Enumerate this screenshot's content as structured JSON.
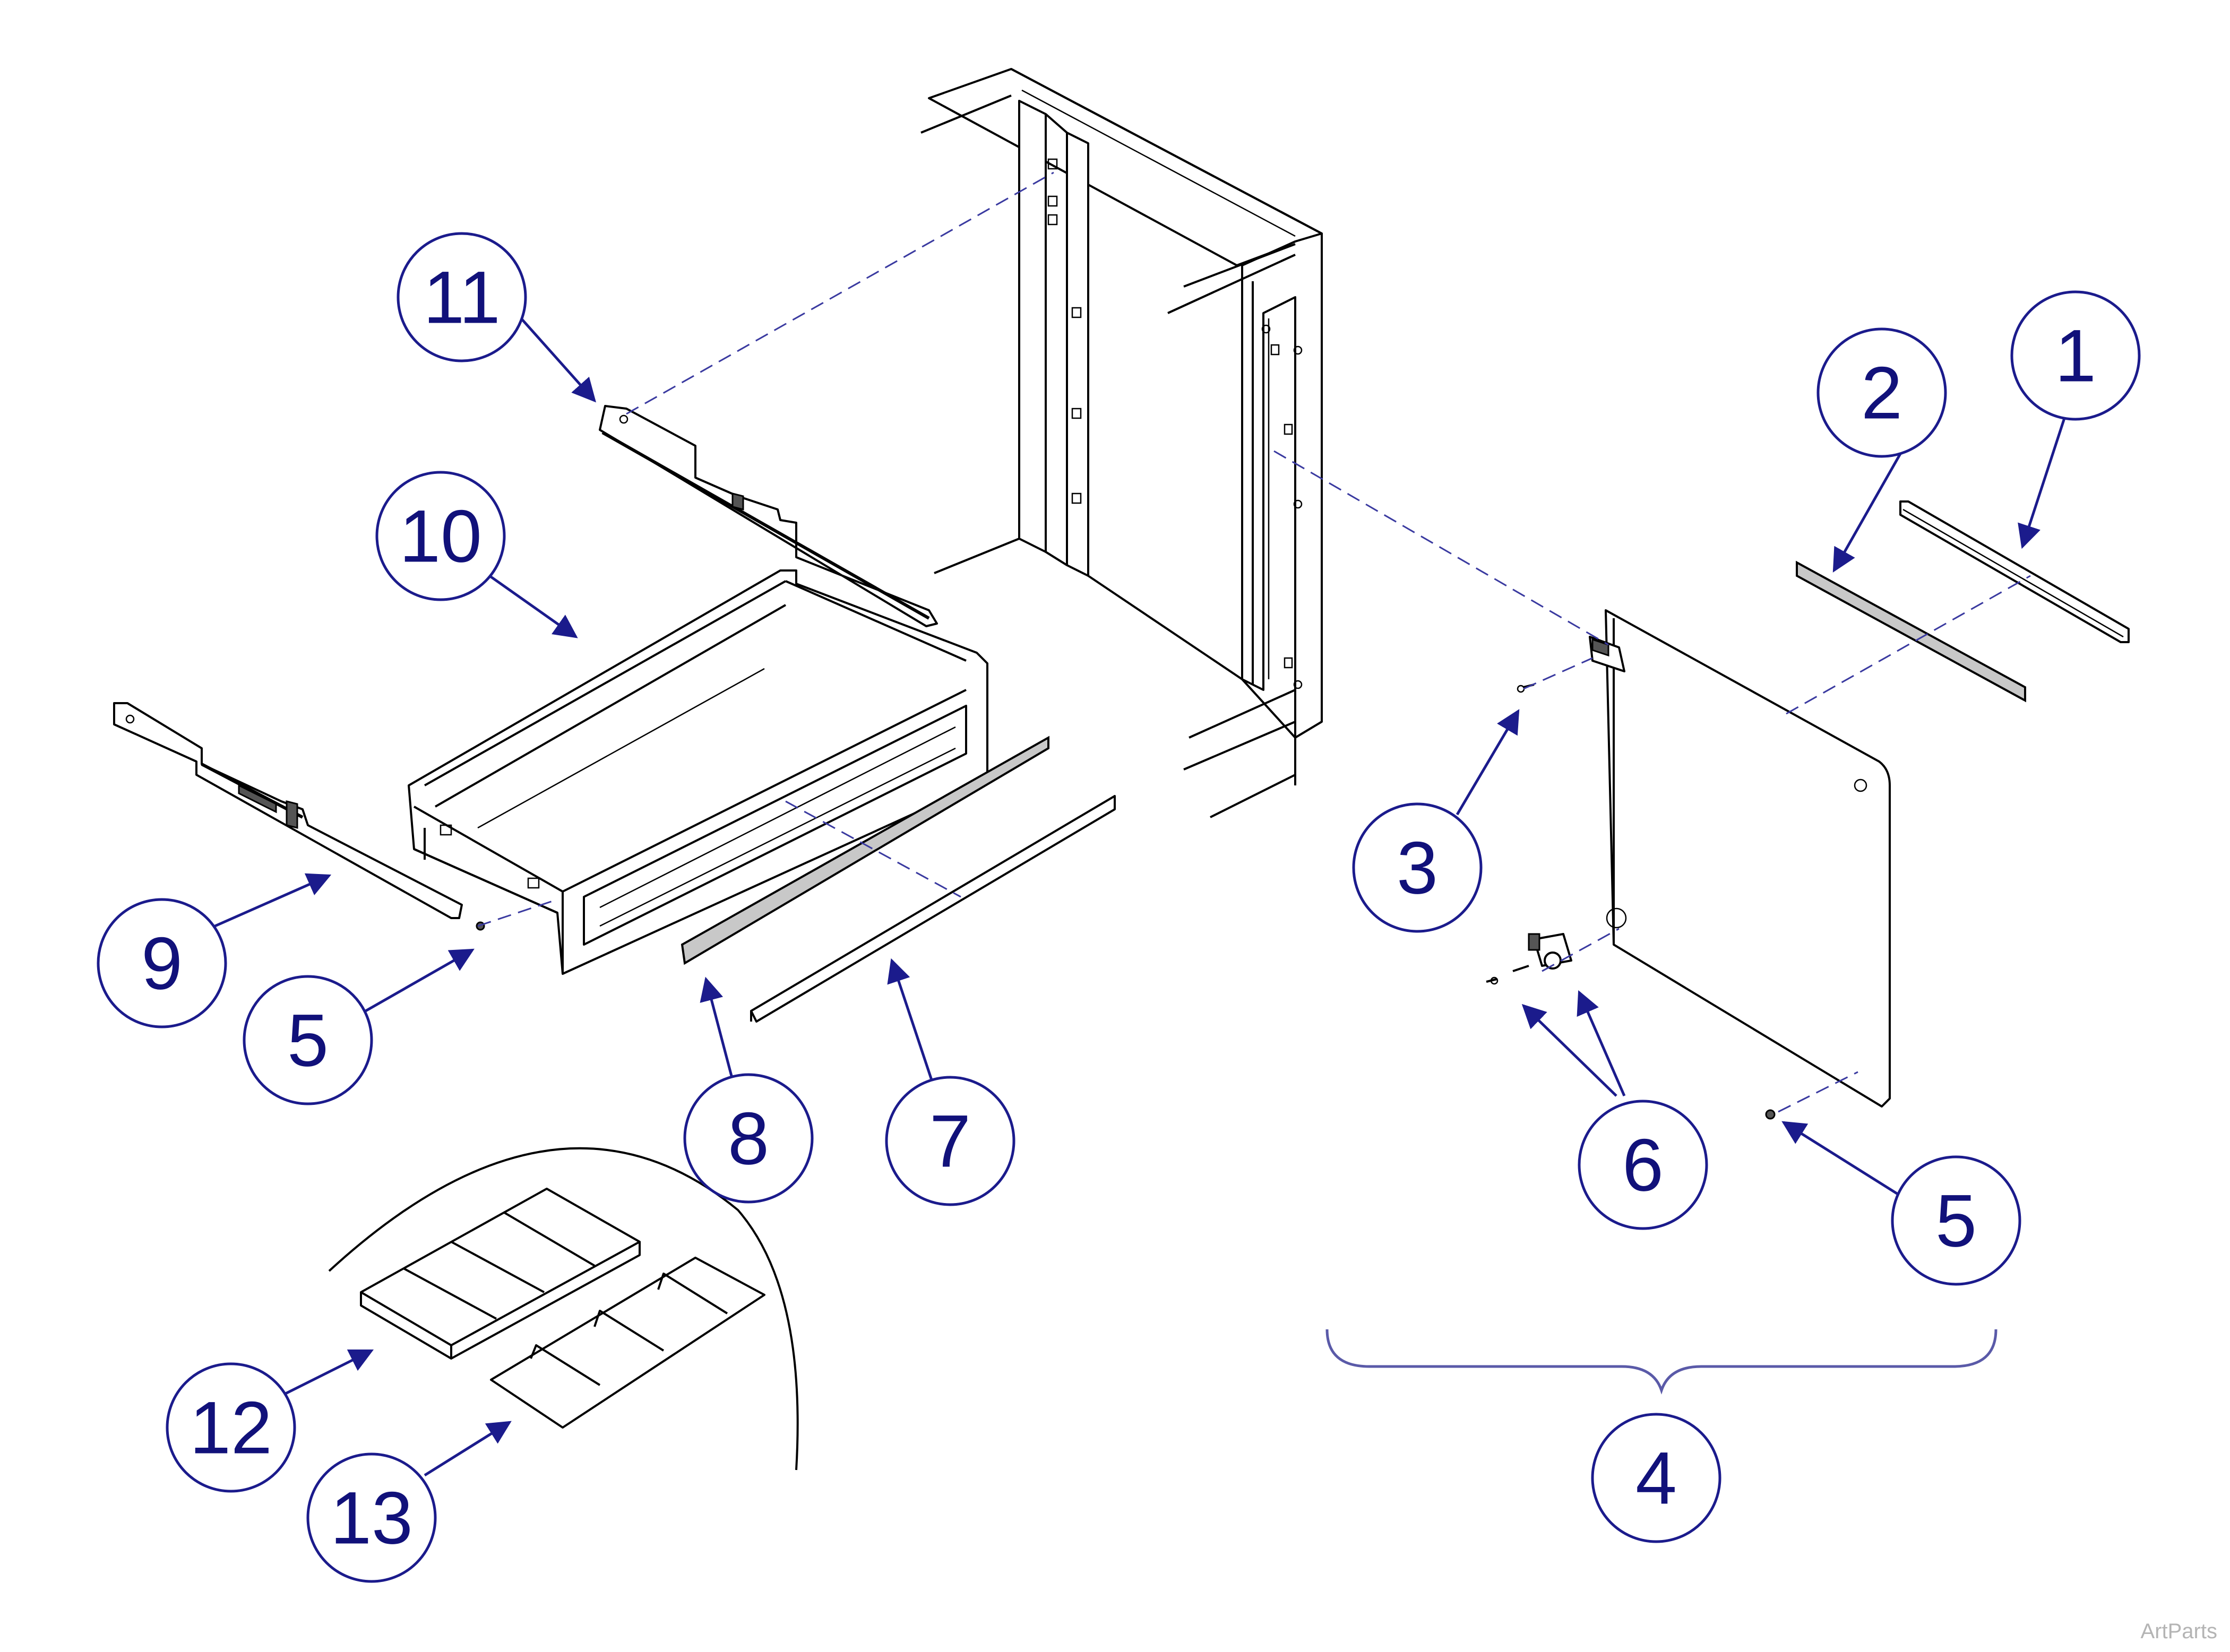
{
  "callouts": [
    {
      "id": "1",
      "label": "1"
    },
    {
      "id": "2",
      "label": "2"
    },
    {
      "id": "3",
      "label": "3"
    },
    {
      "id": "4",
      "label": "4"
    },
    {
      "id": "5a",
      "label": "5"
    },
    {
      "id": "5b",
      "label": "5"
    },
    {
      "id": "6",
      "label": "6"
    },
    {
      "id": "7",
      "label": "7"
    },
    {
      "id": "8",
      "label": "8"
    },
    {
      "id": "9",
      "label": "9"
    },
    {
      "id": "10",
      "label": "10"
    },
    {
      "id": "11",
      "label": "11"
    },
    {
      "id": "12",
      "label": "12"
    },
    {
      "id": "13",
      "label": "13"
    }
  ],
  "watermark": "ArtParts"
}
